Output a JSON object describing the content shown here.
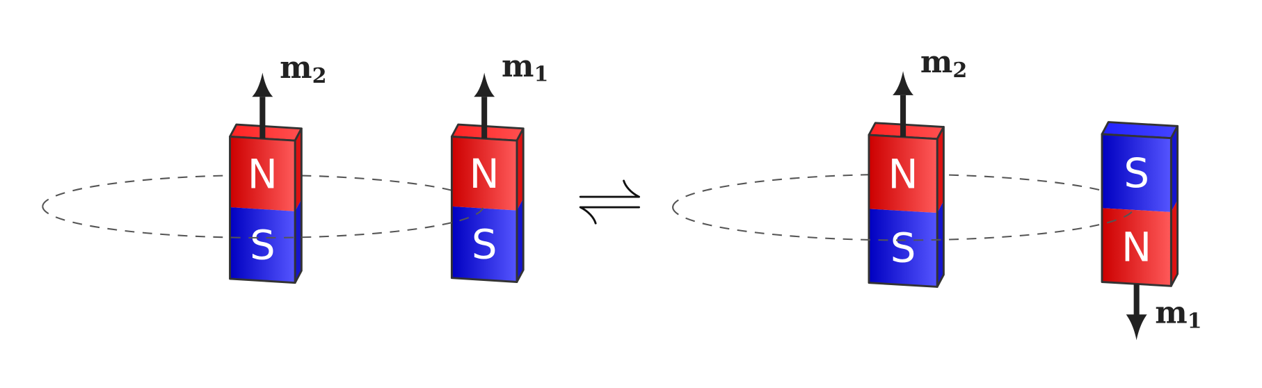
{
  "diagram": {
    "left_state": {
      "magnets": [
        {
          "id": "m2",
          "label": "m",
          "subscript": "2",
          "top_pole": "N",
          "bottom_pole": "S",
          "moment": "up"
        },
        {
          "id": "m1",
          "label": "m",
          "subscript": "1",
          "top_pole": "N",
          "bottom_pole": "S",
          "moment": "up"
        }
      ]
    },
    "equilibrium_symbol": "⇌",
    "right_state": {
      "magnets": [
        {
          "id": "m2",
          "label": "m",
          "subscript": "2",
          "top_pole": "N",
          "bottom_pole": "S",
          "moment": "up"
        },
        {
          "id": "m1",
          "label": "m",
          "subscript": "1",
          "top_pole": "S",
          "bottom_pole": "N",
          "moment": "down"
        }
      ]
    },
    "colors": {
      "north": "#e01515",
      "south": "#1a1adc",
      "outline": "#333333",
      "arrow": "#222222"
    }
  }
}
